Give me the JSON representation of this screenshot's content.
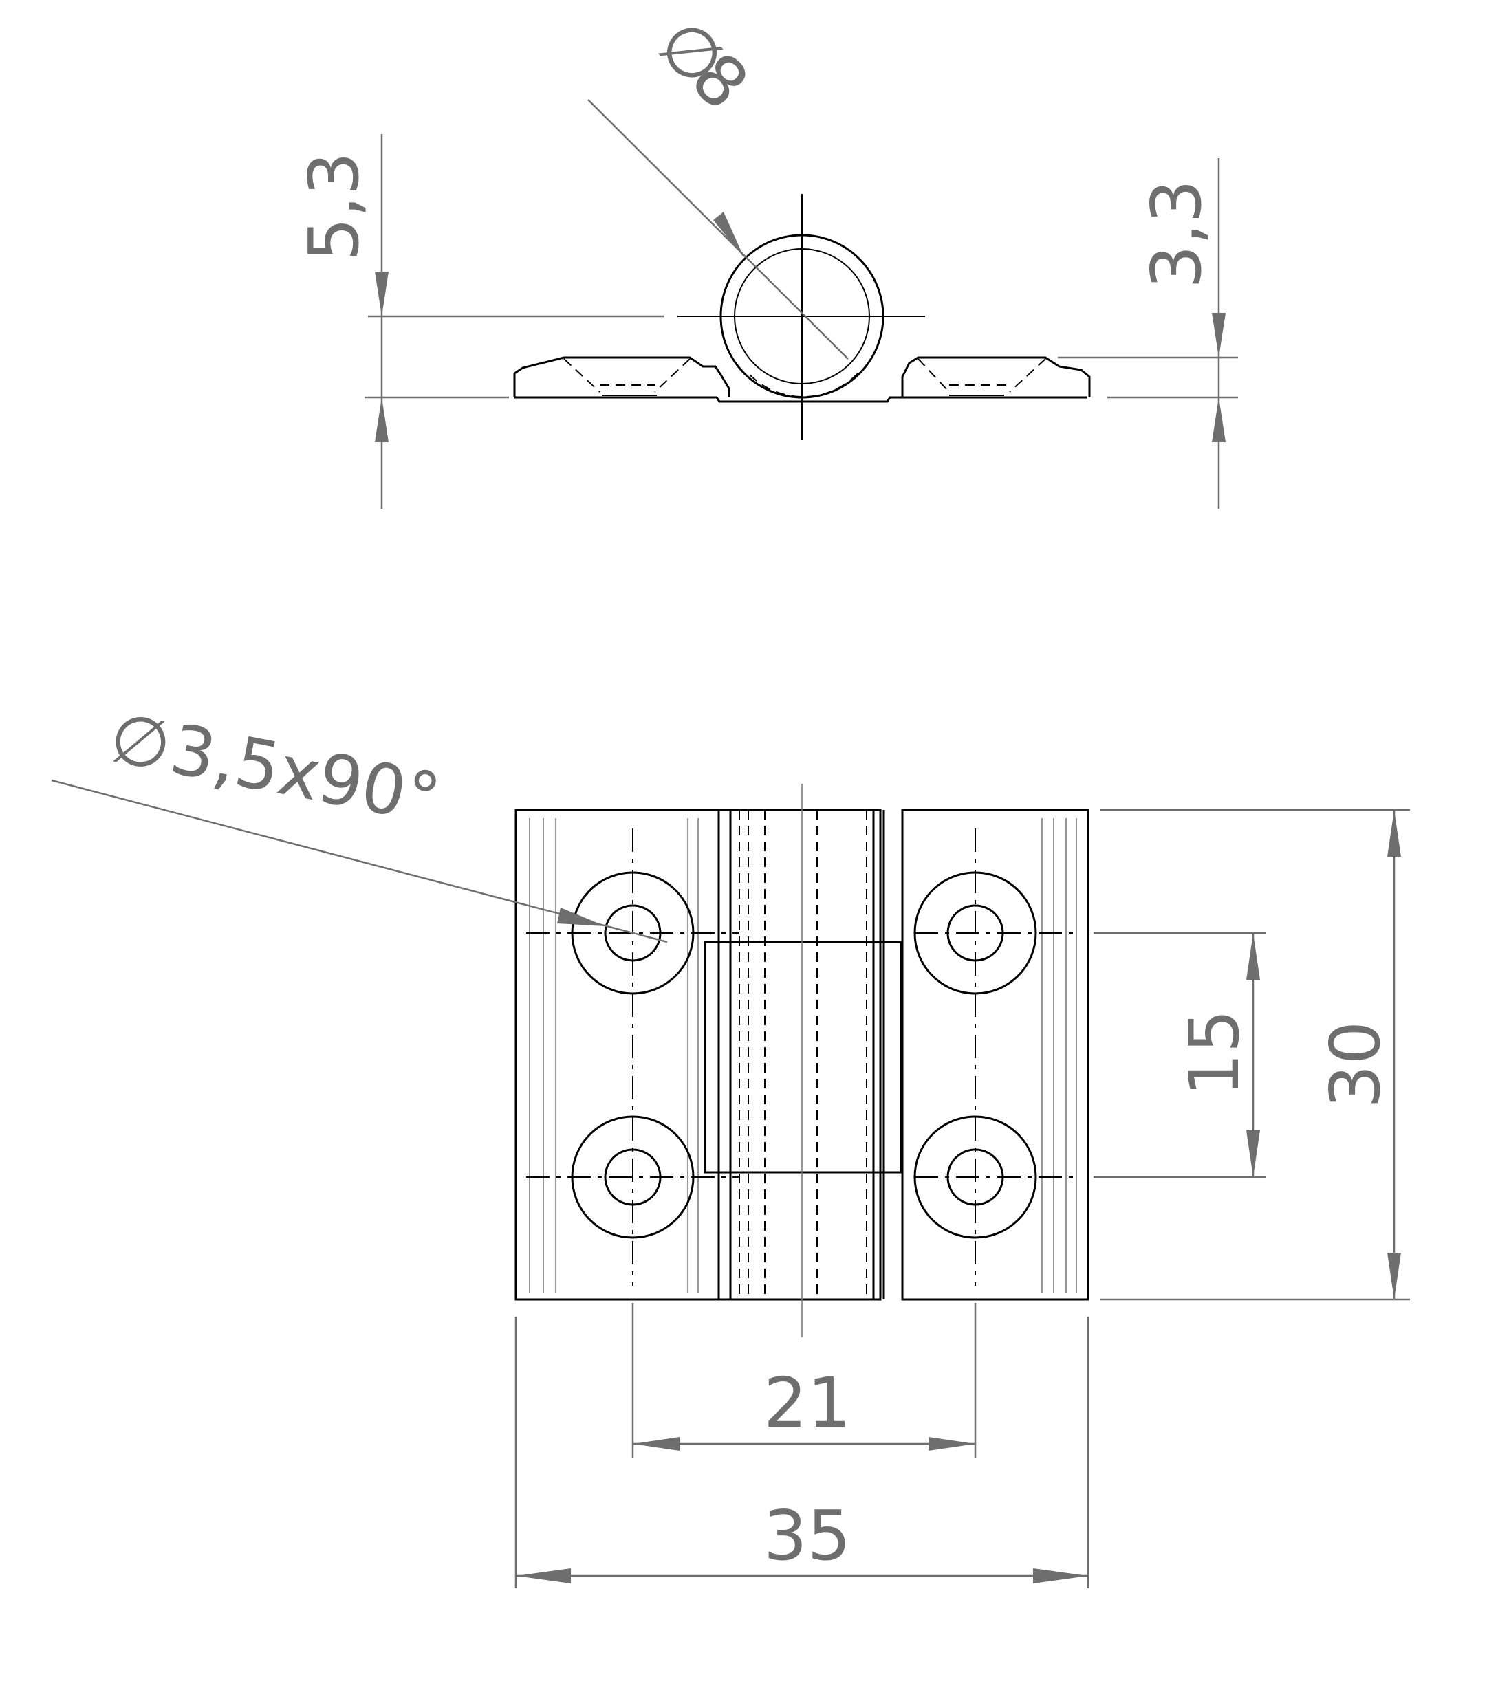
{
  "dimensions": {
    "top_left_height": "5,3",
    "top_right_height": "3,3",
    "barrel_diameter": "8",
    "hole_callout": "3,5x90°",
    "hole_pitch_vertical": "15",
    "overall_height": "30",
    "hole_spacing_horizontal": "21",
    "overall_width": "35"
  },
  "symbols": {
    "diameter": "∅"
  },
  "colors": {
    "object_lines": "#000000",
    "dimension_lines": "#6e6e6e",
    "background": "#ffffff"
  }
}
